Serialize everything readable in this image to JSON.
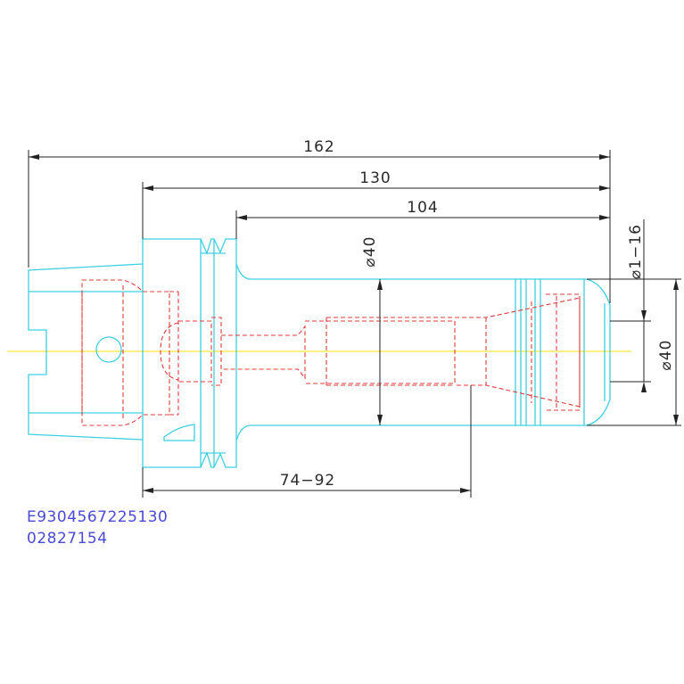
{
  "dimensions": {
    "overall_length": "162",
    "flange_to_nose": "130",
    "body_length": "104",
    "shank_diameter": "⌀40",
    "collet_range": "⌀1−16",
    "nose_diameter": "⌀40",
    "clamping_depth": "74−92"
  },
  "part_codes": {
    "line1": "E9304567225130",
    "line2": "02827154"
  },
  "colors": {
    "outline": "#3fd0e0",
    "hidden": "#e03c3c",
    "dimension": "#222222",
    "centerline": "#f0e000",
    "code_text": "#4a4ad6"
  }
}
